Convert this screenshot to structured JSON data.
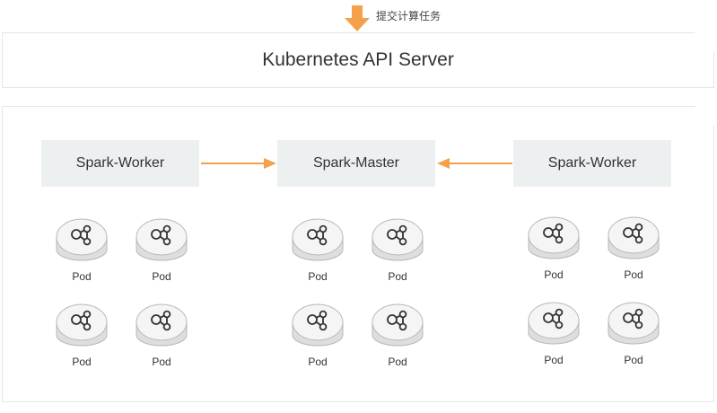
{
  "submit_label": "提交计算任务",
  "api_server": {
    "title": "Kubernetes API Server"
  },
  "nodes": {
    "worker_left": "Spark-Worker",
    "master": "Spark-Master",
    "worker_right": "Spark-Worker"
  },
  "pods": {
    "label": "Pod",
    "group_left": [
      "Pod",
      "Pod",
      "Pod",
      "Pod"
    ],
    "group_mid": [
      "Pod",
      "Pod",
      "Pod",
      "Pod"
    ],
    "group_right": [
      "Pod",
      "Pod",
      "Pod",
      "Pod"
    ]
  },
  "colors": {
    "accent_orange": "#f5a04a",
    "node_fill": "#ecf0f1",
    "pod_top": "#f4f4f4",
    "pod_side": "#dcdcdc"
  }
}
